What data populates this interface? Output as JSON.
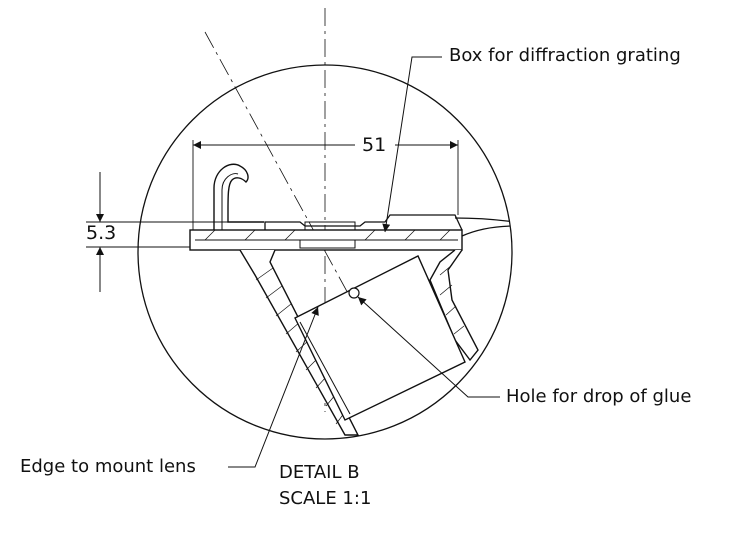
{
  "annotations": {
    "box_label": "Box for diffraction grating",
    "hole_label": "Hole for drop of glue",
    "edge_label": "Edge to mount lens",
    "detail_title": "DETAIL B",
    "scale_text": "SCALE 1:1"
  },
  "dimensions": {
    "width_value": "51",
    "height_value": "5.3"
  },
  "colors": {
    "line": "#111111",
    "background": "#ffffff"
  }
}
